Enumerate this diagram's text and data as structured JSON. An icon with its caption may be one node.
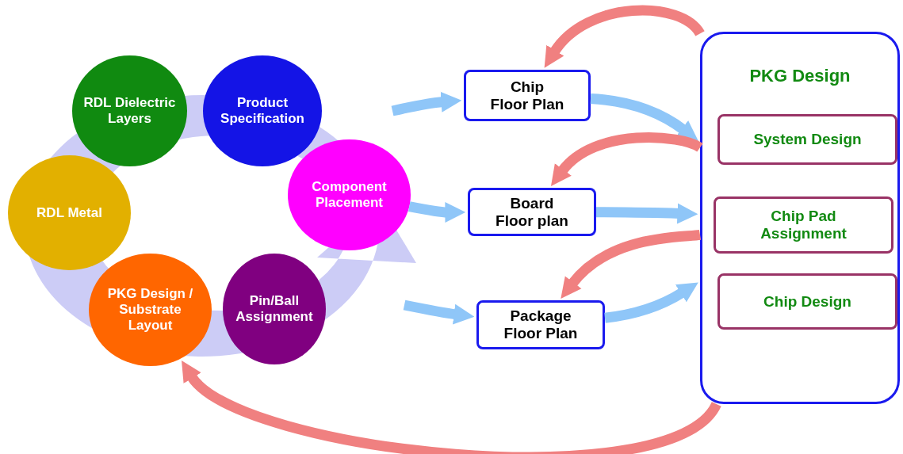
{
  "diagram": {
    "nodes": [
      {
        "text": [
          "RDL Dielectric Layers"
        ]
      },
      {
        "text": [
          "Product Specification"
        ]
      },
      {
        "text": [
          "Component Placement"
        ]
      },
      {
        "text": [
          "RDL Metal"
        ]
      },
      {
        "text": [
          "PKG Design / Substrate Layout"
        ]
      },
      {
        "text": [
          "Pin/Ball Assignment"
        ]
      },
      {
        "text": [
          "Chip Floor Plan"
        ]
      },
      {
        "text": [
          "Board Floor plan"
        ]
      },
      {
        "text": [
          "Package Floor Plan"
        ]
      },
      {
        "text": [
          "PKG Design"
        ]
      },
      {
        "text": [
          "System Design"
        ],
        "in": 9
      },
      {
        "text": [
          "Chip Pad Assignment"
        ],
        "in": 9
      },
      {
        "text": [
          "Chip Design"
        ],
        "in": 9
      }
    ],
    "edges": [
      {
        "from": null,
        "to": 6,
        "arrow": "to"
      },
      {
        "from": 2,
        "to": 7,
        "arrow": "to"
      },
      {
        "from": null,
        "to": 8,
        "arrow": "to"
      },
      {
        "from": 6,
        "to": 9,
        "arrow": "to"
      },
      {
        "from": 7,
        "to": 9,
        "arrow": "to"
      },
      {
        "from": 8,
        "to": 9,
        "arrow": "to"
      },
      {
        "from": 9,
        "to": 6,
        "arrow": "to",
        "color": "#f08080"
      },
      {
        "from": 9,
        "to": 7,
        "arrow": "to",
        "color": "#f08080"
      },
      {
        "from": 9,
        "to": 8,
        "arrow": "to",
        "color": "#f08080"
      },
      {
        "from": 9,
        "to": 4,
        "arrow": "to",
        "color": "#f08080"
      }
    ]
  }
}
